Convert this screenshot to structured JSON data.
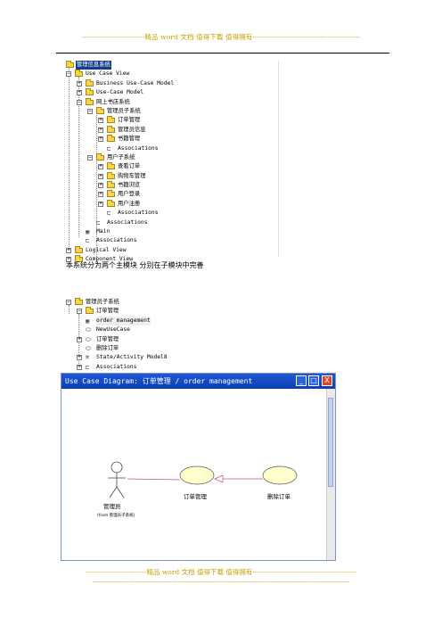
{
  "header": {
    "watermark": "---------------------------精品 word 文档  值得下载  值得拥有----------------------------------------------"
  },
  "tree1": {
    "root": "管理信息系统",
    "use_case_view": "Use Case View",
    "business_model": "Business Use-Case Model",
    "use_case_model": "Use-Case Model",
    "bookstore": "网上书店系统",
    "admin_sub": "管理员子系统",
    "order_mgmt": "订单管理",
    "admin_info": "管理员信息",
    "book_mgmt": "书籍管理",
    "associations": "Associations",
    "user_sub": "用户子系统",
    "view_order": "查看订单",
    "cart_mgmt": "购物车管理",
    "book_browse": "书籍浏览",
    "user_login": "用户登录",
    "user_register": "用户注册",
    "main": "Main",
    "logical_view": "Logical View",
    "component_view": "Component View"
  },
  "caption": "本系统分为两个主模块    分别在子模块中完善",
  "tree2": {
    "admin_sub": "管理员子系统",
    "order_mgmt": "订单管理",
    "order_management": "order management",
    "new_use_case": "NewUseCase",
    "order_mgmt_uc": "订单管理",
    "delete_order": "删除订单",
    "state_activity": "State/Activity Model8",
    "associations": "Associations"
  },
  "diagram_window": {
    "title": "Use Case Diagram: 订单管理 / order management",
    "actor_name": "管理员",
    "actor_from": "(from 管理员子系统)",
    "use_case_1": "订单管理",
    "use_case_2": "删除订单",
    "btn_min": "_",
    "btn_max": "□",
    "btn_close": "X"
  },
  "footer": {
    "line1": "---------------------------精品 word 文档  值得下载  值得拥有----------------------------------------------",
    "line2": "------------------------------------------------------------------------------------------------------------------"
  },
  "colors": {
    "watermark": "#c8a000",
    "titlebar": "#0b3fb1",
    "usecase_fill": "#ffffcc",
    "highlight": "#103d8c"
  }
}
